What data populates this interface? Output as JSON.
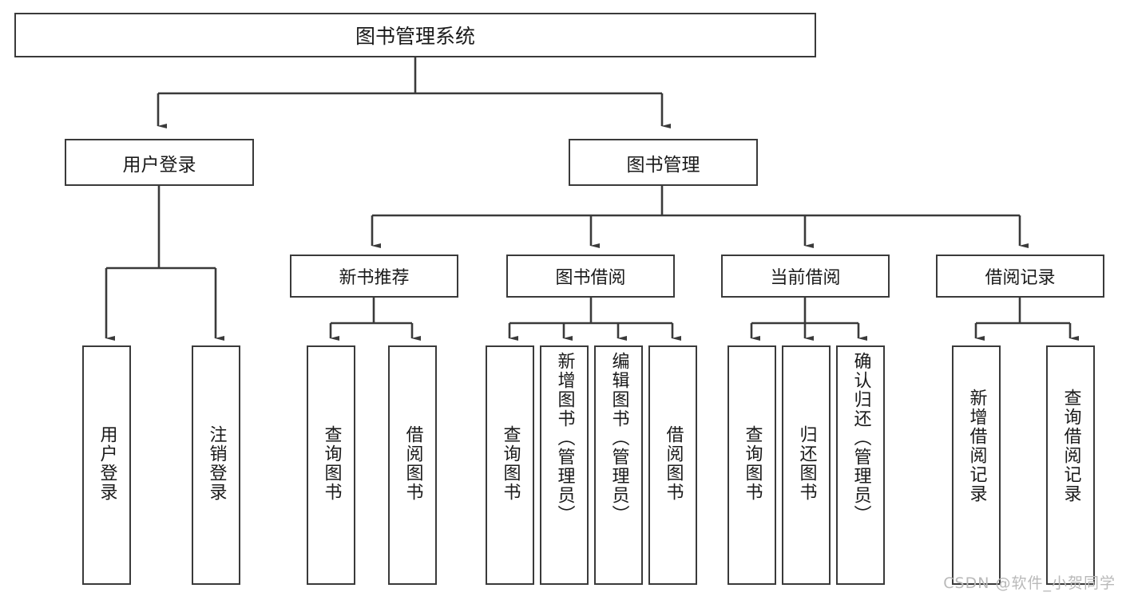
{
  "diagram": {
    "title": "图书管理系统",
    "type": "功能结构图",
    "root": {
      "label": "图书管理系统"
    },
    "level1": [
      {
        "label": "用户登录"
      },
      {
        "label": "图书管理"
      }
    ],
    "level2": [
      {
        "label": "新书推荐",
        "parent": "图书管理"
      },
      {
        "label": "图书借阅",
        "parent": "图书管理"
      },
      {
        "label": "当前借阅",
        "parent": "图书管理"
      },
      {
        "label": "借阅记录",
        "parent": "图书管理"
      }
    ],
    "leaves": {
      "user_login": [
        {
          "label": "用户登录"
        },
        {
          "label": "注销登录"
        }
      ],
      "new_book_recommend": [
        {
          "label": "查询图书"
        },
        {
          "label": "借阅图书"
        }
      ],
      "book_borrow": [
        {
          "label": "查询图书"
        },
        {
          "label": "新增图书（管理员）"
        },
        {
          "label": "编辑图书（管理员）"
        },
        {
          "label": "借阅图书"
        }
      ],
      "current_borrow": [
        {
          "label": "查询图书"
        },
        {
          "label": "归还图书"
        },
        {
          "label": "确认归还（管理员）"
        }
      ],
      "borrow_record": [
        {
          "label": "新增借阅记录"
        },
        {
          "label": "查询借阅记录"
        }
      ]
    }
  },
  "watermark": {
    "text": "CSDN @软件_小贺同学"
  },
  "colors": {
    "border": "#3a3a3a",
    "background": "#ffffff",
    "text": "#1a1a1a",
    "watermark": "#b9b9b9"
  }
}
